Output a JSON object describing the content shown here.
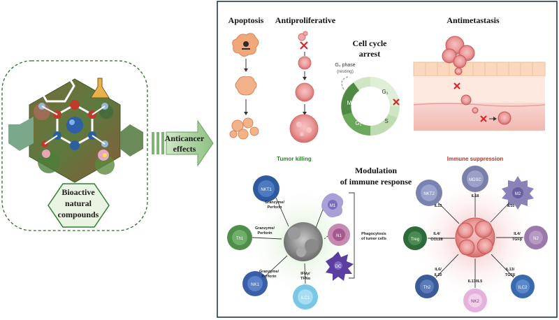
{
  "left": {
    "compound_label": [
      "Bioactive",
      "natural",
      "compounds"
    ]
  },
  "arrow": {
    "label": [
      "Anticancer",
      "effects"
    ]
  },
  "panels": {
    "apoptosis": "Apoptosis",
    "antiproliferative": "Antiproliferative",
    "cell_cycle": [
      "Cell cycle",
      "arrest"
    ],
    "antimetastasis": "Antimetastasis",
    "immune": [
      "Modulation",
      "of immune response"
    ]
  },
  "cell_cycle": {
    "g0_label": "G₀ phase",
    "g0_sub": "(resting)",
    "phases": {
      "g1": "G₁",
      "s": "S",
      "g2": "G₂",
      "m": "M"
    }
  },
  "tumor_killing": {
    "title": "Tumor killing",
    "cells": {
      "nkt1": "NKT1",
      "th1": "Th1",
      "nk1": "NK1",
      "ilc1": "ILC1",
      "m1": "M1",
      "n1": "N1",
      "dc": "DC"
    },
    "labels": {
      "gp1": [
        "Granzyme/",
        "Perforin"
      ],
      "gp2": [
        "Granzyme/",
        "Perforin"
      ],
      "gp3": [
        "Granzyme/",
        "Perforin"
      ],
      "ifn": [
        "IFNγ/",
        "TFNα"
      ],
      "phago": [
        "Phagocytosis",
        "of tumor cells"
      ]
    }
  },
  "immune_suppression": {
    "title": "Immune suppression",
    "cells": {
      "nkt2": "NKT2",
      "mdsc": "MDSC",
      "m2": "M2",
      "treg": "Treg",
      "n2": "N2",
      "th2": "Th2",
      "nk2": "NK2",
      "ilc2": "ILC2"
    },
    "labels": {
      "il13a": "IL13",
      "il18": "IL18",
      "il10a": "IL10",
      "il4ccl": [
        "IL4/",
        "CCL28"
      ],
      "il4tgf": [
        "IL4/",
        "TGFβ"
      ],
      "il6": [
        "IL6/",
        "IL10"
      ],
      "il13il5": "IL13/IL5",
      "il13tgf": [
        "IL13/",
        "TGFβ"
      ]
    }
  },
  "colors": {
    "accent_green": "#2e7d32",
    "dark_red": "#a33a2b",
    "tumor_pink": "#e8999a",
    "frame": "#1f3a4d"
  }
}
